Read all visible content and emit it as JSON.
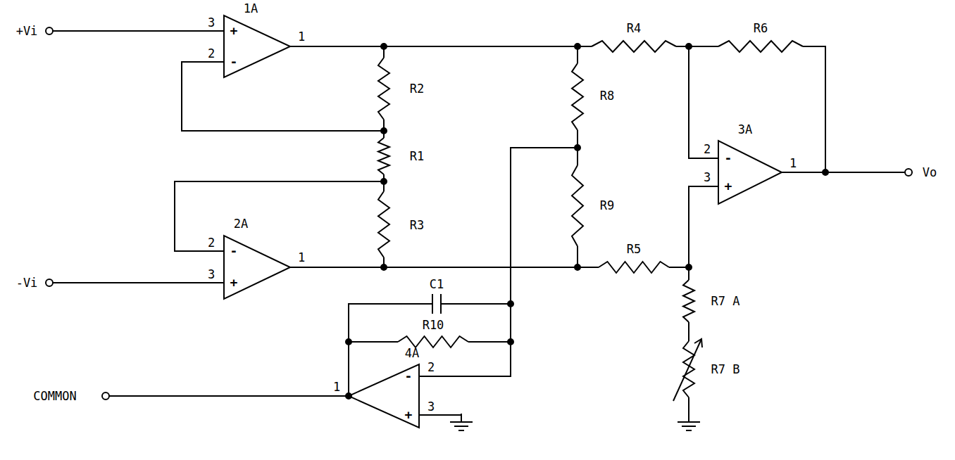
{
  "diagram": {
    "labels": [
      "+Vi",
      "3",
      "+",
      "2",
      "-",
      "1A",
      "1",
      "R2",
      "R1",
      "R3",
      "R4",
      "R6",
      "R8",
      "R9",
      "R5",
      "3A",
      "2",
      "-",
      "3",
      "+",
      "1",
      "Vo",
      "2A",
      "2",
      "-",
      "-Vi",
      "3",
      "+",
      "1",
      "C1",
      "R10",
      "R7 A",
      "R7 B",
      "COMMON",
      "4A",
      "1",
      "2",
      "-",
      "3",
      "+"
    ]
  }
}
